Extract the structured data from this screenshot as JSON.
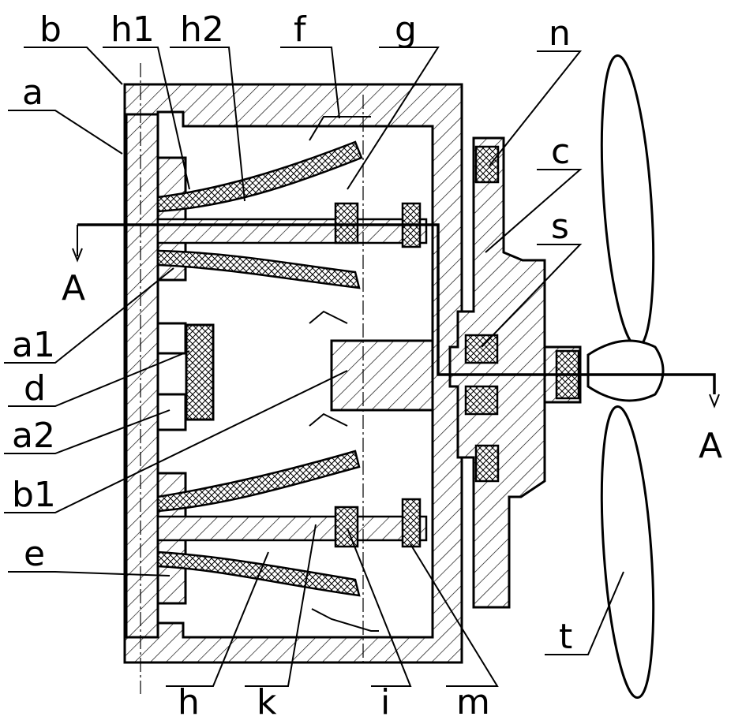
{
  "title": "Sectional view of fan drive assembly",
  "labels": {
    "b": "b",
    "h1": "h1",
    "h2": "h2",
    "f": "f",
    "g": "g",
    "n": "n",
    "a": "a",
    "c": "c",
    "s": "s",
    "A_left": "A",
    "a1": "a1",
    "d": "d",
    "a2": "a2",
    "b1": "b1",
    "e": "e",
    "h": "h",
    "k": "k",
    "i": "i",
    "m": "m",
    "t": "t",
    "A_right": "A"
  }
}
